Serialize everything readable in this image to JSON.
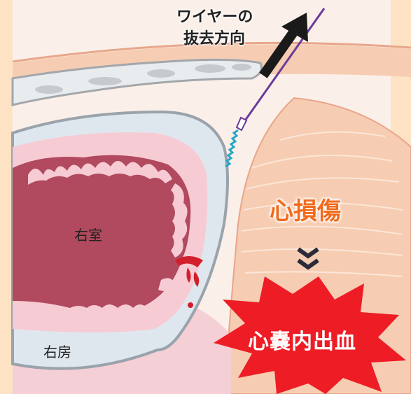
{
  "labels": {
    "wire_direction_line1": "ワイヤーの",
    "wire_direction_line2": "抜去方向",
    "right_ventricle": "右室",
    "right_atrium": "右房",
    "cardiac_injury": "心損傷",
    "pericardial_hemorrhage": "心嚢内出血"
  },
  "colors": {
    "background": "#fde3c4",
    "myocardium": "#f6cdb2",
    "ventricle_cavity": "#b14a5e",
    "ventricle_wall": "#f7cbd4",
    "pericardium": "#dfe7ee",
    "wire": "#6a3c9a",
    "coil": "#2aa7c9",
    "burst": "#ee1c25",
    "accent": "#f26b1d"
  },
  "icons": [
    "arrow-icon",
    "chevron-double-down-icon",
    "starburst-icon",
    "guidewire-icon",
    "coil-icon"
  ]
}
